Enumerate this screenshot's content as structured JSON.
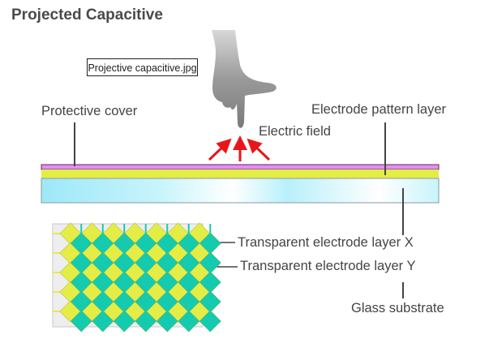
{
  "title": "Projected Capacitive",
  "tooltip": "Projective capacitive.jpg",
  "labels": {
    "protective_cover": "Protective cover",
    "electric_field": "Electric field",
    "electrode_pattern_layer": "Electrode pattern layer",
    "electrode_layer_x": "Transparent electrode layer X",
    "electrode_layer_y": "Transparent electrode layer Y",
    "glass_substrate": "Glass substrate"
  },
  "colors": {
    "protective_cover": "#e58ef0",
    "electrode_layer": "#e4ec46",
    "glass": "#9ee8f8",
    "electrode_x": "#14cbaf",
    "electrode_y": "#e4ec46",
    "arrow": "#e8161a",
    "leader_line": "#444444"
  },
  "electrode_grid": {
    "columns": 7,
    "rows": 5
  }
}
